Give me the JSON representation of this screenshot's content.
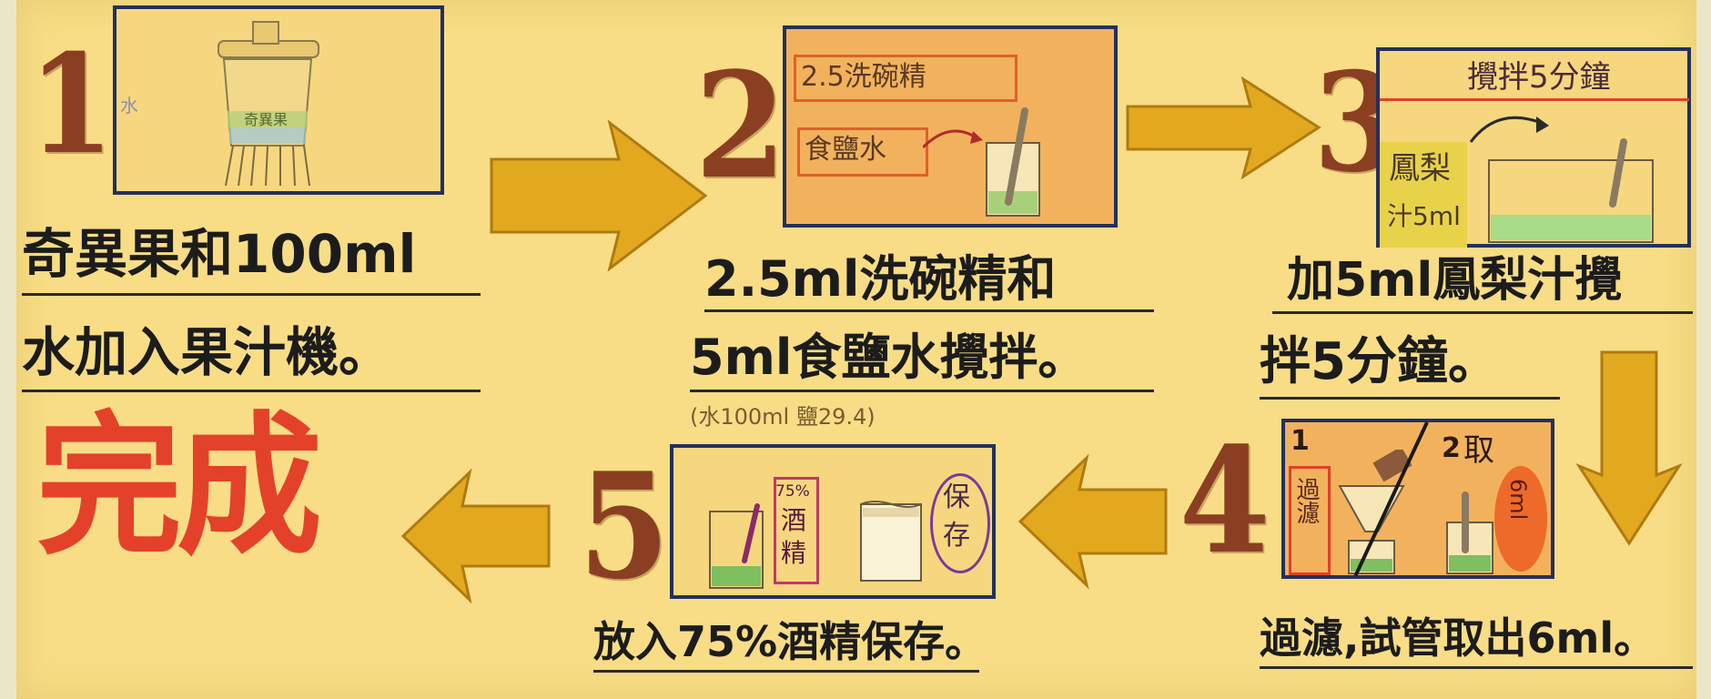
{
  "colors": {
    "paper": "#f8dd86",
    "step_number": "#8a3f22",
    "arrow": "#e2a91f",
    "done": "#e4412a",
    "box_border": "#23305e"
  },
  "steps": [
    {
      "number": "1",
      "line1": "奇異果和100ml",
      "line2": "水加入果汁機。",
      "box_text": {
        "label_a": "水",
        "label_b": "奇異果"
      }
    },
    {
      "number": "2",
      "line1": "2.5ml洗碗精和",
      "line2": "5ml食鹽水攪拌。",
      "note": "(水100ml 鹽29.4)",
      "box_text": {
        "label_a": "2.5洗碗精",
        "label_b": "食鹽水"
      }
    },
    {
      "number": "3",
      "line1": "加5ml鳳梨汁攪",
      "line2": "拌5分鐘。",
      "box_text": {
        "label_a": "攪拌5分鐘",
        "label_b": "鳳梨",
        "label_c": "汁5ml"
      }
    },
    {
      "number": "4",
      "line1": "過濾,試管取出6ml。",
      "box_text": {
        "label_a": "1",
        "label_b": "過濾",
        "label_c": "2",
        "label_d": "取",
        "label_e": "6ml"
      }
    },
    {
      "number": "5",
      "line1": "放入75%酒精保存。",
      "box_text": {
        "label_a": "75%",
        "label_b": "酒",
        "label_c": "精",
        "label_d": "保",
        "label_e": "存"
      }
    }
  ],
  "done_label": "完成",
  "icons": [
    "arrow-right-icon",
    "arrow-down-icon",
    "arrow-left-icon"
  ]
}
